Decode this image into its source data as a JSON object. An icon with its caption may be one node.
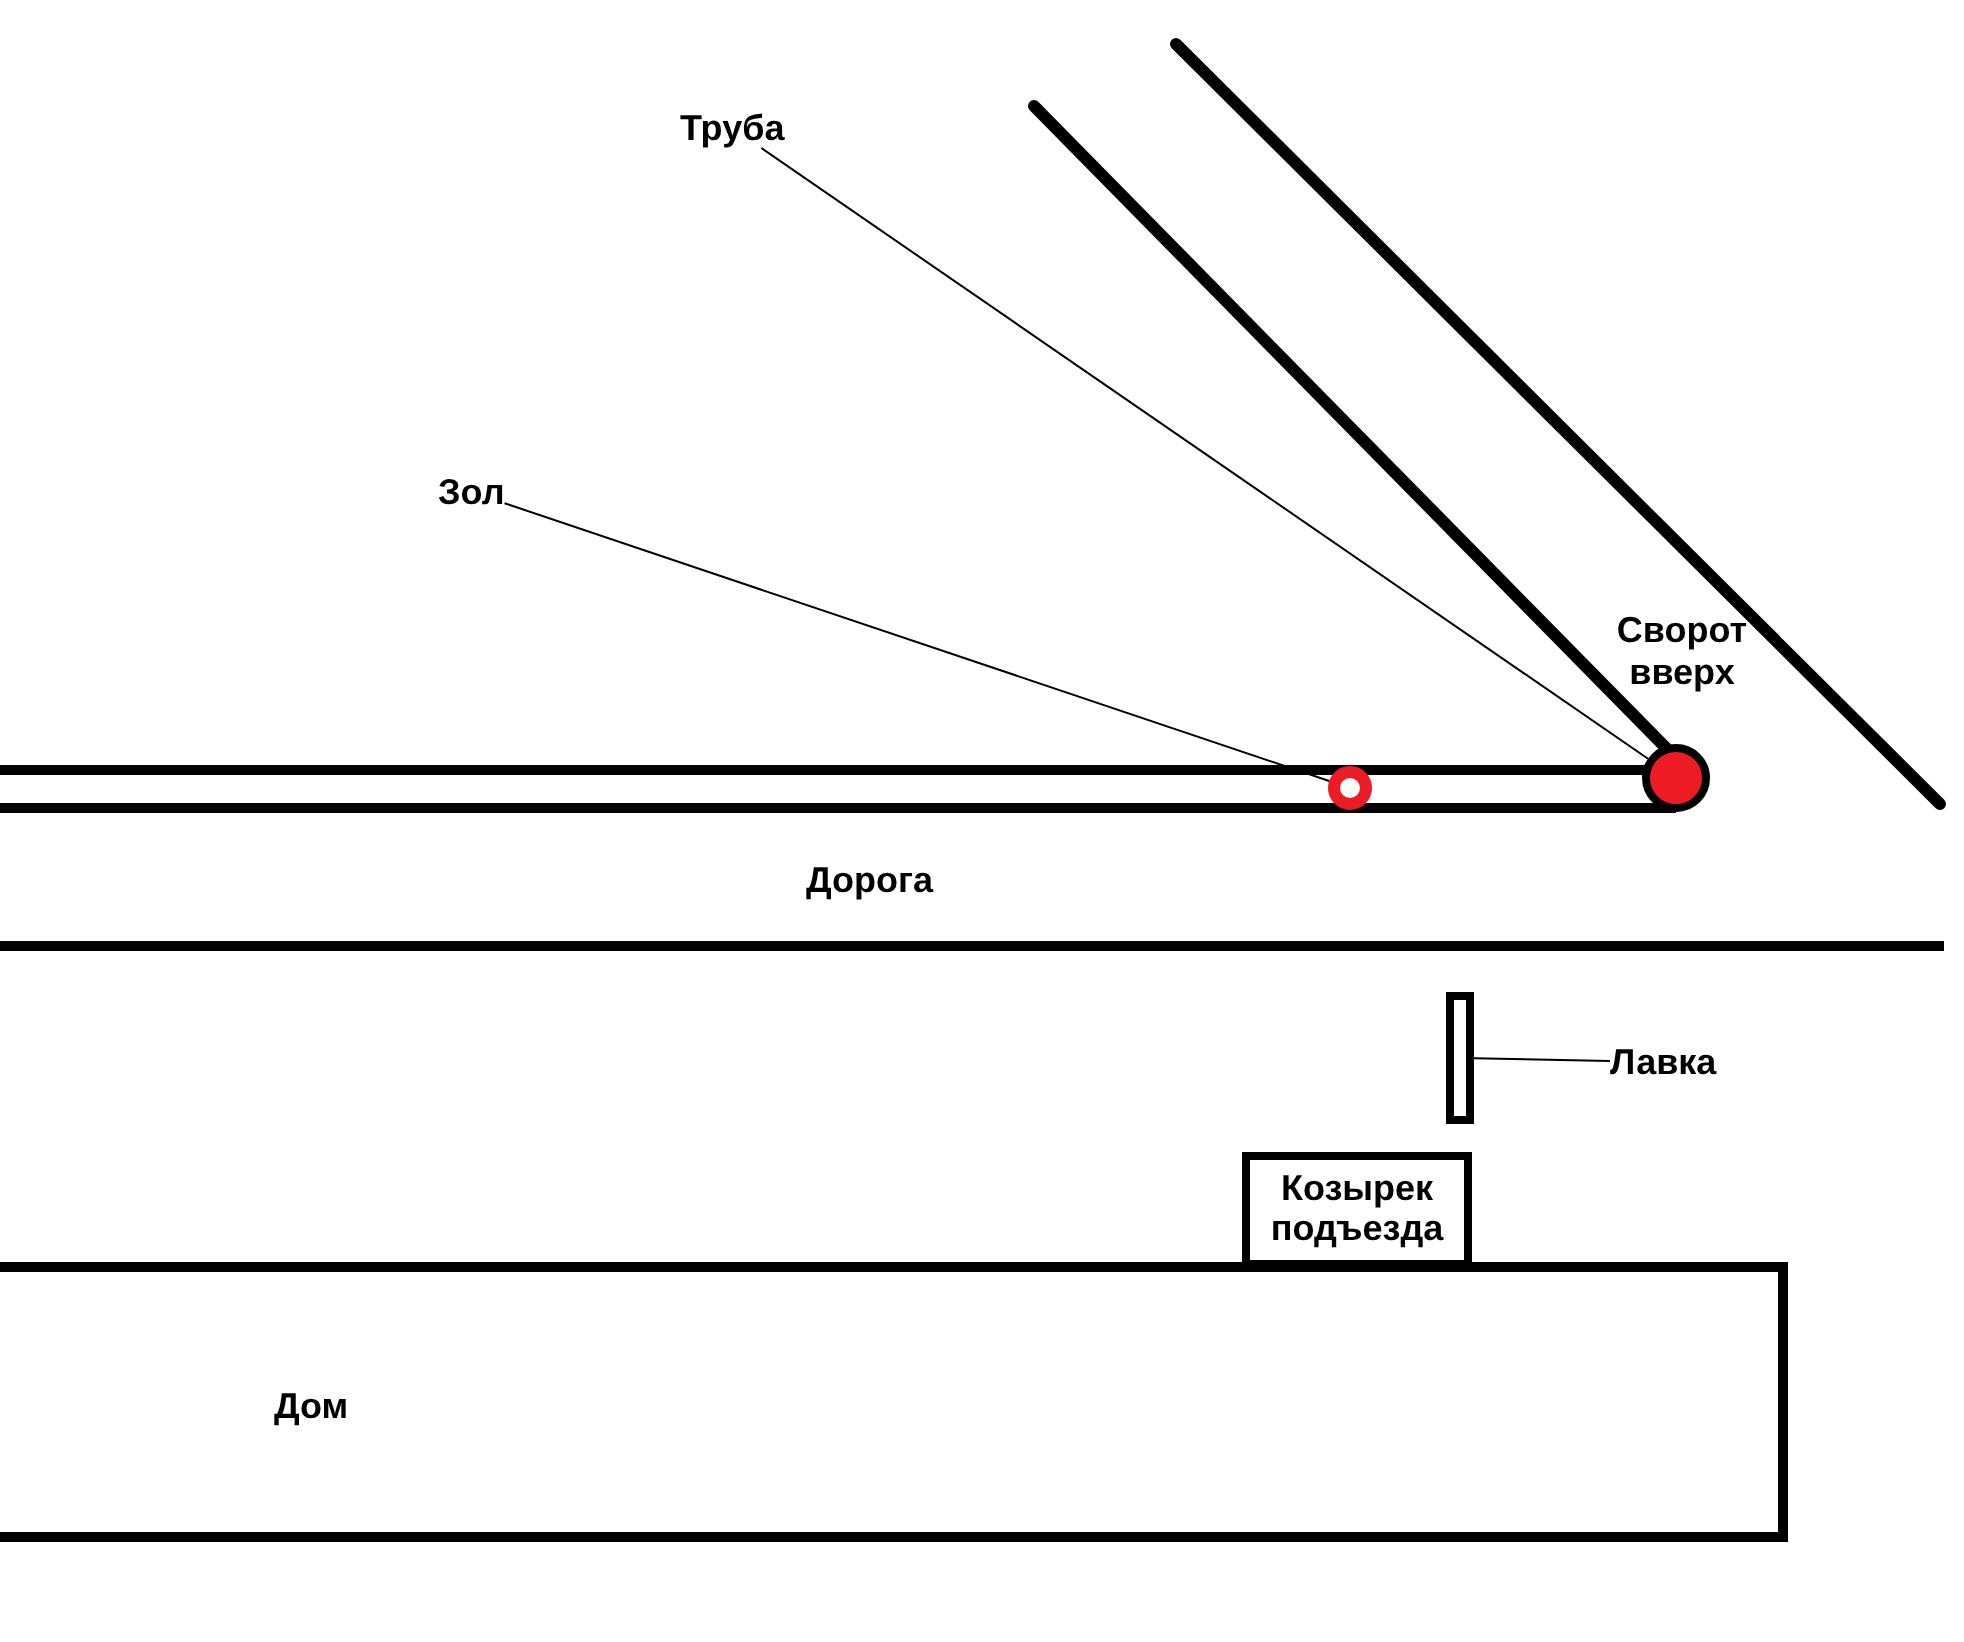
{
  "diagram": {
    "nodes": [
      {
        "text": [
          "Труба"
        ]
      },
      {
        "text": [
          "Зол"
        ]
      },
      {
        "text": [],
        "shape": "circle",
        "beside": [
          "Сворот вверх"
        ]
      },
      {
        "text": [],
        "shape": "circle"
      },
      {
        "text": [],
        "shape": "box"
      },
      {
        "text": [
          "Лавка"
        ]
      },
      {
        "text": [
          "Козырек подъезда"
        ]
      },
      {
        "text": [
          "Дом"
        ]
      }
    ],
    "edges": [
      {
        "from": 0,
        "to": 2,
        "arrow": "none"
      },
      {
        "from": 1,
        "to": 3,
        "arrow": "none"
      },
      {
        "from": 5,
        "to": 4,
        "arrow": "none"
      }
    ],
    "labels": [
      "Дорога"
    ]
  }
}
